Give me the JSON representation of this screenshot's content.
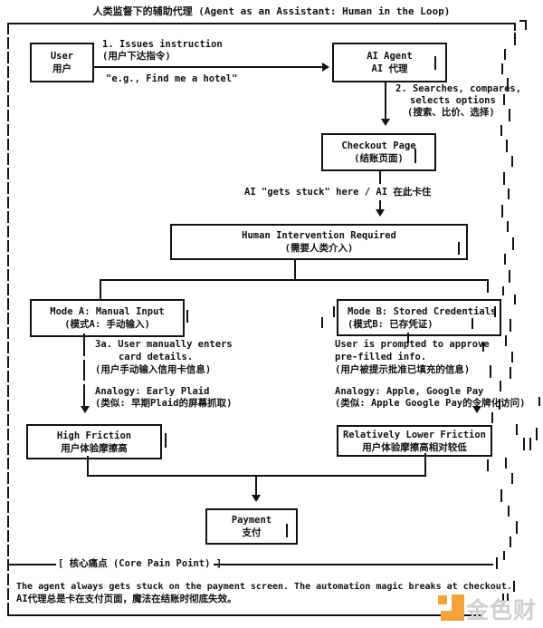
{
  "title": "人类监督下的辅助代理 (Agent as an Assistant: Human in the Loop)",
  "nodes": {
    "user": {
      "line1": "User",
      "line2": "用户"
    },
    "ai_agent": {
      "line1": "AI Agent",
      "line2": "AI 代理"
    },
    "checkout": {
      "line1": "Checkout Page",
      "line2": "(结账页面)"
    },
    "human_intervention": {
      "line1": "Human Intervention Required",
      "line2": "(需要人类介入)"
    },
    "mode_a": {
      "line1": "Mode A: Manual Input",
      "line2": "(模式A: 手动输入)"
    },
    "mode_b": {
      "line1": "Mode B: Stored Credentials",
      "line2": "(模式B: 已存凭证)"
    },
    "high_friction": {
      "line1": "High Friction",
      "line2": "用户体验摩擦高"
    },
    "lower_friction": {
      "line1": "Relatively Lower Friction",
      "line2": "用户体验摩擦高相对较低"
    },
    "payment": {
      "line1": "Payment",
      "line2": "支付"
    }
  },
  "labels": {
    "step1_en": "1. Issues instruction",
    "step1_zh": "(用户下达指令)",
    "example": "\"e.g., Find me a hotel\"",
    "step2_line1": "2. Searches, compares,",
    "step2_line2": "selects options",
    "step2_zh": "(搜索、比价、选择)",
    "stuck": "AI \"gets stuck\" here / AI 在此卡住",
    "mode_a_detail": {
      "line1": "3a. User manually enters",
      "line2": "card details.",
      "line3": "(用户手动输入信用卡信息)",
      "line4": "Analogy: Early Plaid",
      "line5": "(类似: 早期Plaid的屏幕抓取)"
    },
    "mode_b_detail": {
      "line1": "User is prompted to approve",
      "line2": "pre-filled info.",
      "line3": "(用户被提示批准已填充的信息)",
      "line4": "Analogy: Apple, Google Pay",
      "line5": "(类似: Apple Google Pay的令牌化访问)"
    }
  },
  "pain_point": {
    "header": "[ 核心痛点 (Core Pain Point) ]",
    "line_en": "The agent always gets stuck on the payment screen. The automation magic breaks at checkout.",
    "line_zh": "AI代理总是卡在支付页面，魔法在结账时彻底失效。"
  },
  "watermark": {
    "text": "金色财经",
    "accent_color": "#F2A33C",
    "text_color": "#CFCFCF"
  },
  "colors": {
    "ink": "#111111",
    "background": "#FFFFFF"
  }
}
